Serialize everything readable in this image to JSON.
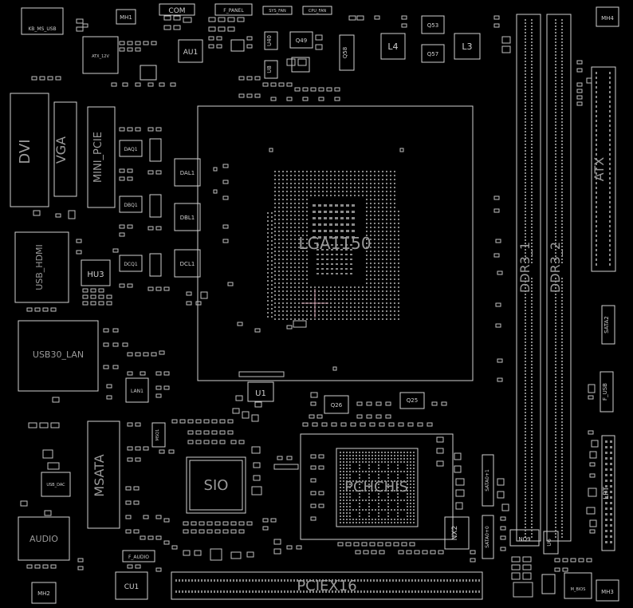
{
  "theme": {
    "background": "#000000",
    "outline": "#d0d0d0",
    "pad": "#8a8a8a",
    "label": "#cfcfcf",
    "cross": "#c89aa8"
  },
  "components": {
    "kb_ms_usb": "KB_MS_USB",
    "mh1": "MH1",
    "com": "COM",
    "f_panel": "F_PANEL",
    "sys_fan": "SYS_FAN",
    "cpu_fan": "CPU_FAN",
    "mh4": "MH4",
    "atx_12v": "ATX_12V",
    "au1": "AU1",
    "q49": "Q49",
    "q58": "Q58",
    "l4": "L4",
    "q53": "Q53",
    "q57": "Q57",
    "l3": "L3",
    "u8": "U8",
    "u40": "U40",
    "dvi": "DVI",
    "vga": "VGA",
    "mini_pcie": "MINI_PCIE",
    "dal1": "DAL1",
    "dbl1": "DBL1",
    "dcl1": "DCL1",
    "daq1": "DAQ1",
    "dbq1": "DBQ1",
    "dcq1": "DCQ1",
    "lga": "LGA1150",
    "ddr3_1": "DDR3_1",
    "ddr3_2": "DDR3_2",
    "atx": "ATX",
    "usb_hdmi": "USB_HDMI",
    "hu3": "HU3",
    "usb30_lan": "USB30_LAN",
    "sata2": "SATA2",
    "lan1": "LAN1",
    "u1": "U1",
    "q26": "Q26",
    "q25": "Q25",
    "f_usb": "F_USB",
    "msata": "MSATA",
    "sio": "SIO",
    "pch": "PCHCHIS",
    "nx2": "NX2",
    "sata_top": "SATA0+1",
    "sata_bot": "SATA0+0",
    "lpt": "LPT",
    "audio": "AUDIO",
    "f_audio": "F_AUDIO",
    "cu1": "CU1",
    "mh2": "MH2",
    "pciex16": "PCIEX16",
    "nq9": "NQ9",
    "u6": "U6",
    "m_bios": "M_BIOS",
    "mh3": "MH3",
    "usb_dac": "USB_DAC",
    "msq1": "MSQ1"
  }
}
